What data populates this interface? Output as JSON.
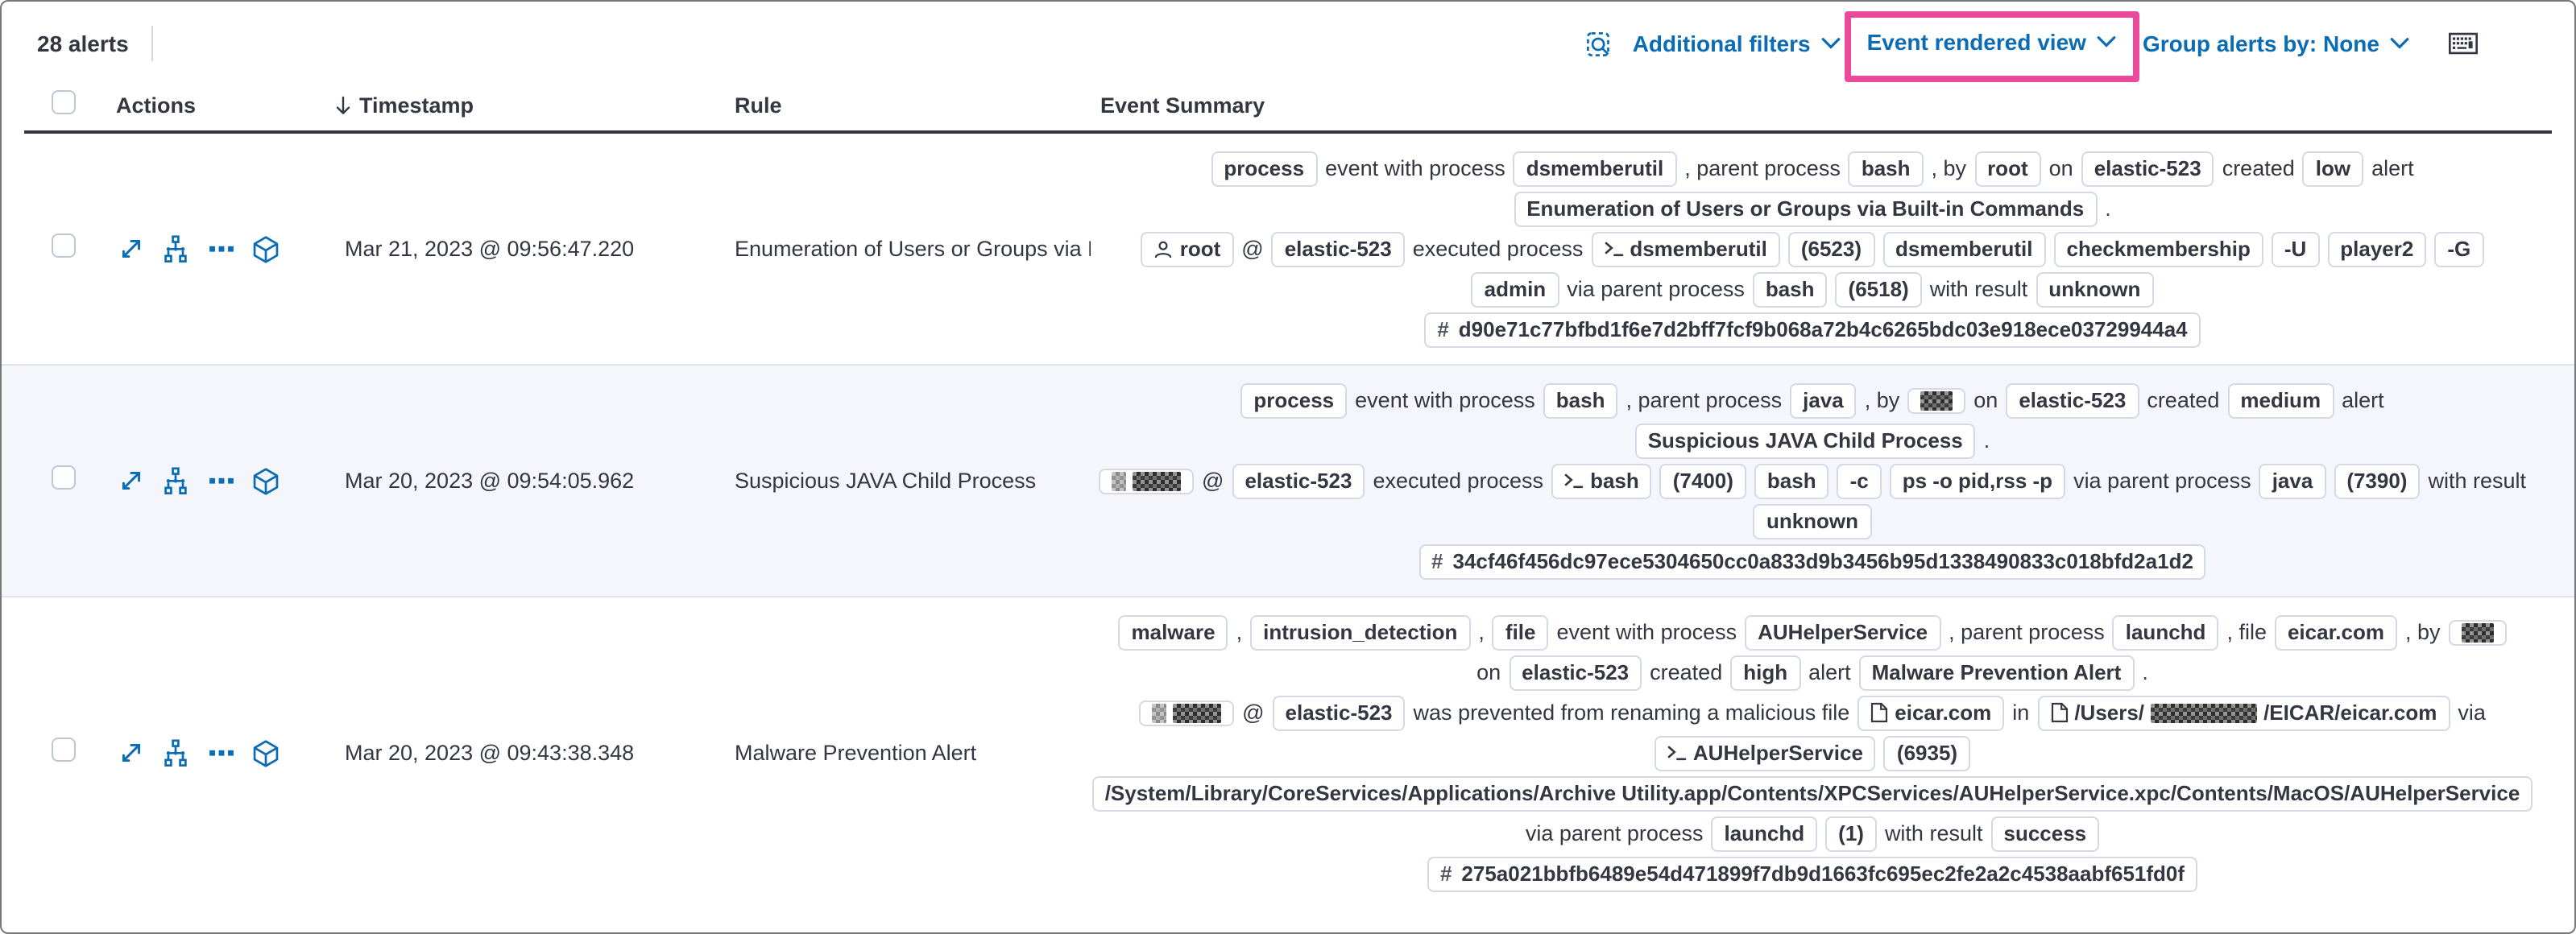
{
  "toolbar": {
    "alert_count": "28 alerts",
    "additional_filters_label": "Additional filters",
    "view_selector_label": "Event rendered view",
    "group_alerts_label": "Group alerts by: None",
    "annotation_color": "#ea4a9c"
  },
  "colors": {
    "accent_blue": "#0a6cb4",
    "text": "#343741",
    "badge_border": "#d3dae6",
    "stripe_row": "#f4f6fb",
    "highlight_pink": "#ea4a9c"
  },
  "table": {
    "columns": [
      "Actions",
      "Timestamp",
      "Rule",
      "Event Summary"
    ],
    "rows": [
      {
        "timestamp": "Mar 21, 2023 @ 09:56:47.220",
        "rule": "Enumeration of Users or Groups via Bui",
        "lines": [
          [
            {
              "badge": "process"
            },
            {
              "text": "event with process"
            },
            {
              "badge": "dsmemberutil"
            },
            {
              "text": ", parent process"
            },
            {
              "badge": "bash"
            },
            {
              "text": ", by"
            },
            {
              "badge": "root"
            },
            {
              "text": "on"
            },
            {
              "badge": "elastic-523"
            },
            {
              "text": "created"
            },
            {
              "badge": "low"
            },
            {
              "text": "alert"
            }
          ],
          [
            {
              "badge": "Enumeration of Users or Groups via Built-in Commands"
            },
            {
              "text": "."
            }
          ],
          [
            {
              "badge": "root",
              "icon": "user"
            },
            {
              "text": "@"
            },
            {
              "badge": "elastic-523"
            },
            {
              "text": "executed process"
            },
            {
              "badge": "dsmemberutil",
              "icon": "terminal"
            },
            {
              "badge": "(6523)"
            },
            {
              "badge": "dsmemberutil"
            },
            {
              "badge": "checkmembership"
            },
            {
              "badge": "-U"
            },
            {
              "badge": "player2"
            },
            {
              "badge": "-G"
            }
          ],
          [
            {
              "badge": "admin"
            },
            {
              "text": "via parent process"
            },
            {
              "badge": "bash"
            },
            {
              "badge": "(6518)"
            },
            {
              "text": "with result"
            },
            {
              "badge": "unknown"
            }
          ],
          [
            {
              "badge": "d90e71c77bfbd1f6e7d2bff7fcf9b068a72b4c6265bdc03e918ece03729944a4",
              "icon": "hash"
            }
          ]
        ]
      },
      {
        "timestamp": "Mar 20, 2023 @ 09:54:05.962",
        "rule": "Suspicious JAVA Child Process",
        "stripe": true,
        "lines": [
          [
            {
              "badge": "process"
            },
            {
              "text": "event with process"
            },
            {
              "badge": "bash"
            },
            {
              "text": ", parent process"
            },
            {
              "badge": "java"
            },
            {
              "text": ", by"
            },
            {
              "badge_redact": [
                "sm"
              ]
            },
            {
              "text": "on"
            },
            {
              "badge": "elastic-523"
            },
            {
              "text": "created"
            },
            {
              "badge": "medium"
            },
            {
              "text": "alert"
            }
          ],
          [
            {
              "badge": "Suspicious JAVA Child Process"
            },
            {
              "text": "."
            }
          ],
          [
            {
              "badge_redact": [
                "xs",
                "md"
              ]
            },
            {
              "text": "@"
            },
            {
              "badge": "elastic-523"
            },
            {
              "text": "executed process"
            },
            {
              "badge": "bash",
              "icon": "terminal"
            },
            {
              "badge": "(7400)"
            },
            {
              "badge": "bash"
            },
            {
              "badge": "-c"
            },
            {
              "badge": "ps -o pid,rss -p"
            },
            {
              "text": "via parent process"
            },
            {
              "badge": "java"
            },
            {
              "badge": "(7390)"
            },
            {
              "text": "with result"
            }
          ],
          [
            {
              "badge": "unknown"
            }
          ],
          [
            {
              "badge": "34cf46f456dc97ece5304650cc0a833d9b3456b95d1338490833c018bfd2a1d2",
              "icon": "hash"
            }
          ]
        ]
      },
      {
        "timestamp": "Mar 20, 2023 @ 09:43:38.348",
        "rule": "Malware Prevention Alert",
        "lines": [
          [
            {
              "badge": "malware"
            },
            {
              "text": ","
            },
            {
              "badge": "intrusion_detection"
            },
            {
              "text": ","
            },
            {
              "badge": "file"
            },
            {
              "text": "event with process"
            },
            {
              "badge": "AUHelperService"
            },
            {
              "text": ", parent process"
            },
            {
              "badge": "launchd"
            },
            {
              "text": ", file"
            },
            {
              "badge": "eicar.com"
            },
            {
              "text": ", by"
            },
            {
              "badge_redact": [
                "sm"
              ]
            }
          ],
          [
            {
              "text": "on"
            },
            {
              "badge": "elastic-523"
            },
            {
              "text": "created"
            },
            {
              "badge": "high"
            },
            {
              "text": "alert"
            },
            {
              "badge": "Malware Prevention Alert"
            },
            {
              "text": "."
            }
          ],
          [
            {
              "badge_redact": [
                "xs",
                "md"
              ]
            },
            {
              "text": "@"
            },
            {
              "badge": "elastic-523"
            },
            {
              "text": "was prevented from renaming a malicious file"
            },
            {
              "badge": "eicar.com",
              "icon": "file"
            },
            {
              "text": "in"
            },
            {
              "badge_parts": [
                {
                  "text": "/Users/"
                },
                {
                  "redact": "lg"
                },
                {
                  "text": "/EICAR/eicar.com"
                }
              ],
              "icon": "file"
            },
            {
              "text": "via"
            }
          ],
          [
            {
              "badge": "AUHelperService",
              "icon": "terminal"
            },
            {
              "badge": "(6935)"
            }
          ],
          [
            {
              "badge": "/System/Library/CoreServices/Applications/Archive Utility.app/Contents/XPCServices/AUHelperService.xpc/Contents/MacOS/AUHelperService"
            }
          ],
          [
            {
              "text": "via parent process"
            },
            {
              "badge": "launchd"
            },
            {
              "badge": "(1)"
            },
            {
              "text": "with result"
            },
            {
              "badge": "success"
            }
          ],
          [
            {
              "badge": "275a021bbfb6489e54d471899f7db9d1663fc695ec2fe2a2c4538aabf651fd0f",
              "icon": "hash"
            }
          ]
        ]
      }
    ]
  }
}
